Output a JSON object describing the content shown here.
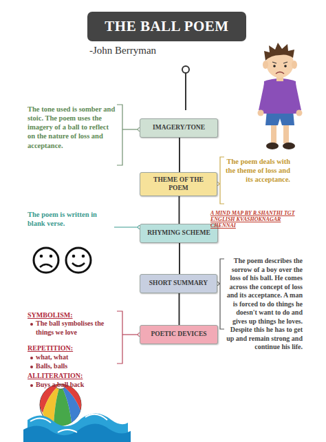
{
  "diagram": {
    "title": "THE BALL POEM",
    "nodes": [
      {
        "text": [
          "IMAGERY/TONE"
        ]
      },
      {
        "text": [
          "THEME OF THE POEM"
        ]
      },
      {
        "text": [
          "RHYMING SCHEME"
        ]
      },
      {
        "text": [
          "SHORT SUMMARY"
        ]
      },
      {
        "text": [
          "POETIC DEVICES"
        ]
      }
    ],
    "edges": [
      {
        "from": 0,
        "to": 1,
        "arrow": "none"
      },
      {
        "from": 1,
        "to": 2,
        "arrow": "none"
      },
      {
        "from": 2,
        "to": 3,
        "arrow": "none"
      },
      {
        "from": 3,
        "to": 4,
        "arrow": "none"
      }
    ],
    "labels": [
      "-John Berryman",
      "The tone used is somber and stoic. The poem uses the imagery of a ball to reflect on the nature of loss and acceptance.",
      "The poem deals with the theme of loss and its acceptance.",
      "A MIND MAP BY R.SHANTHI TGT ENGLISH KVASHOKNAGAR CHENNAI",
      "The poem is written in blank verse.",
      "The poem describes the sorrow of a boy over the loss of his ball. He comes across the concept of loss and its acceptance. A man is forced to do things he doesn't want to do and gives up things he loves. Despite this he has to get up and remain strong and continue his life.",
      "SYMBOLISM:",
      "The ball symbolises the things we love",
      "REPETITION:",
      "what, what",
      "Balls, balls",
      "ALLITERATION:",
      "Buys a ball back"
    ]
  }
}
